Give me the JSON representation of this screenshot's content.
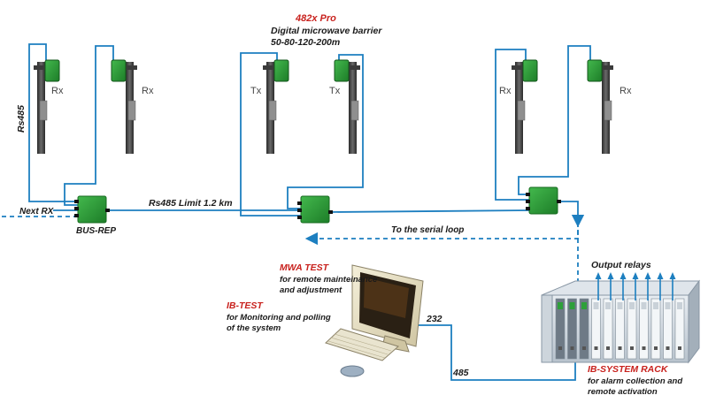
{
  "product": {
    "name": "482x Pro",
    "line1": "Digital microwave barrier",
    "line2": "50-80-120-200m"
  },
  "poles": {
    "rx_label": "Rx",
    "tx_label": "Tx"
  },
  "labels": {
    "rs485_vertical": "Rs485",
    "next_rx": "Next RX",
    "bus_rep": "BUS-REP",
    "rs485_limit": "Rs485 Limit 1.2 km",
    "serial_loop": "To the serial loop",
    "output_relays": "Output relays",
    "port_232": "232",
    "port_485": "485"
  },
  "mwa_test": {
    "title": "MWA TEST",
    "line1": "for remote mainteinance",
    "line2": "and adjustment"
  },
  "ib_test": {
    "title": "IB-TEST",
    "line1": "for Monitoring and polling",
    "line2": "of the system"
  },
  "ib_rack": {
    "title": "IB-SYSTEM RACK",
    "line1": "for alarm collection and",
    "line2": "remote activation"
  },
  "colors": {
    "cable": "#1d7fc0",
    "device": "#2ea03a",
    "title_red": "#c8211d",
    "pole": "#3b3b3b"
  }
}
